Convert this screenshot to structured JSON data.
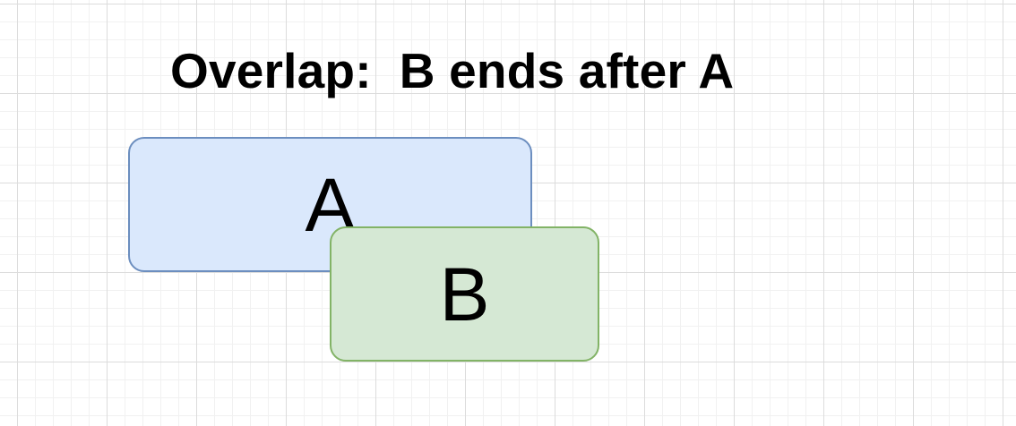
{
  "diagram": {
    "title": "Overlap:  B ends after A",
    "shapes": [
      {
        "id": "A",
        "label": "A",
        "fill": "#dae8fc",
        "stroke": "#6c8ebf"
      },
      {
        "id": "B",
        "label": "B",
        "fill": "#d5e8d4",
        "stroke": "#82b366"
      }
    ]
  }
}
